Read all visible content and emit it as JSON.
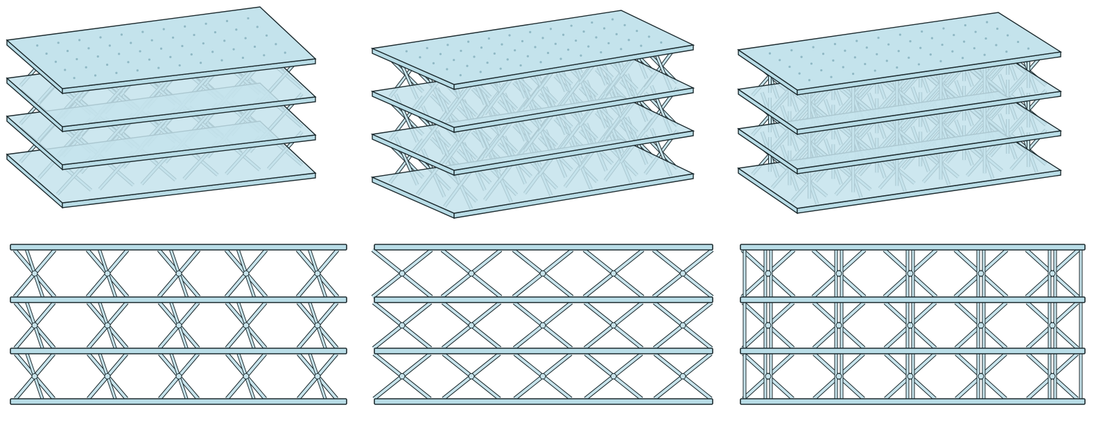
{
  "colors": {
    "plate_fill": "#b9dde7",
    "plate_top_fill": "#c4e3ec",
    "strut_fill": "#c8e4ec",
    "outline": "#1c2a2e",
    "background": "#ffffff"
  },
  "figures": [
    {
      "variant": "a",
      "views": [
        "isometric",
        "side"
      ],
      "layers": 3,
      "cells": 5
    },
    {
      "variant": "b",
      "views": [
        "isometric",
        "side"
      ],
      "layers": 3,
      "cells": 5
    },
    {
      "variant": "c",
      "views": [
        "isometric",
        "side"
      ],
      "layers": 3,
      "cells": 5
    }
  ]
}
